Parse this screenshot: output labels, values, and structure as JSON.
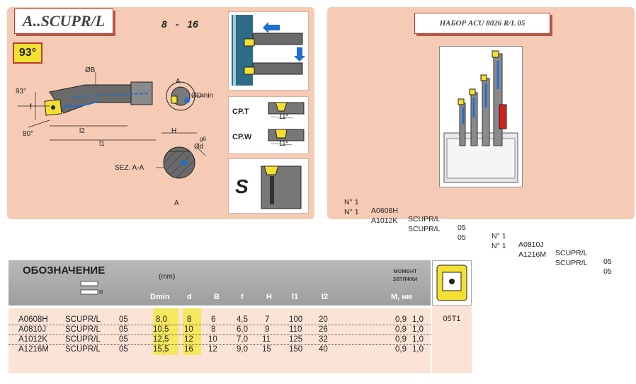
{
  "left_panel": {
    "title": "A..SCUPR/L",
    "range_from": "8",
    "range_sep": "-",
    "range_to": "16",
    "angle": "93°",
    "labels": {
      "angle_93": "93°",
      "angle_80": "80°",
      "f": "f",
      "phi_b": "ØB",
      "l2": "l2",
      "l1": "l1",
      "d_min": "ØDmin",
      "h": "H",
      "g6": "g6",
      "phi_d": "Ød",
      "section": "SEZ. A-A",
      "a": "A"
    },
    "cp_t": "CP.T",
    "cp_w": "CP.W",
    "angle_11": "11°",
    "s_label": "S"
  },
  "right_panel": {
    "title": "НАБОР ACU 8026 R/L 05",
    "kit": [
      [
        "N° 1",
        "A0608H",
        "SCUPR/L",
        "05",
        "N° 1",
        "A0810J",
        "SCUPR/L",
        "05"
      ],
      [
        "N° 1",
        "A1012K",
        "SCUPR/L",
        "05",
        "N° 1",
        "A1216M",
        "SCUPR/L",
        "05"
      ]
    ]
  },
  "table": {
    "title": "ОБОЗНАЧЕНИЕ",
    "unit": "(mm)",
    "moment_label_1": "момент",
    "moment_label_2": "затяжки",
    "headers": [
      "Dmin",
      "d",
      "B",
      "f",
      "H",
      "l1",
      "l2",
      "M, нм"
    ],
    "rows": [
      [
        "A0608H",
        "SCUPR/L",
        "05",
        "8,0",
        "8",
        "6",
        "4,5",
        "7",
        "100",
        "20",
        "0,9",
        "1,0"
      ],
      [
        "A0810J",
        "SCUPR/L",
        "05",
        "10,5",
        "10",
        "8",
        "6,0",
        "9",
        "110",
        "26",
        "0,9",
        "1,0"
      ],
      [
        "A1012K",
        "SCUPR/L",
        "05",
        "12,5",
        "12",
        "10",
        "7,0",
        "11",
        "125",
        "32",
        "0,9",
        "1,0"
      ],
      [
        "A1216M",
        "SCUPR/L",
        "05",
        "15,5",
        "16",
        "12",
        "9,0",
        "15",
        "150",
        "40",
        "0,9",
        "1,0"
      ]
    ],
    "insert_code": "05T1"
  },
  "colors": {
    "panel_bg": "#f6cbb5",
    "accent_red": "#c03a2b",
    "yellow": "#f3e033",
    "blue": "#1e6fd0"
  }
}
